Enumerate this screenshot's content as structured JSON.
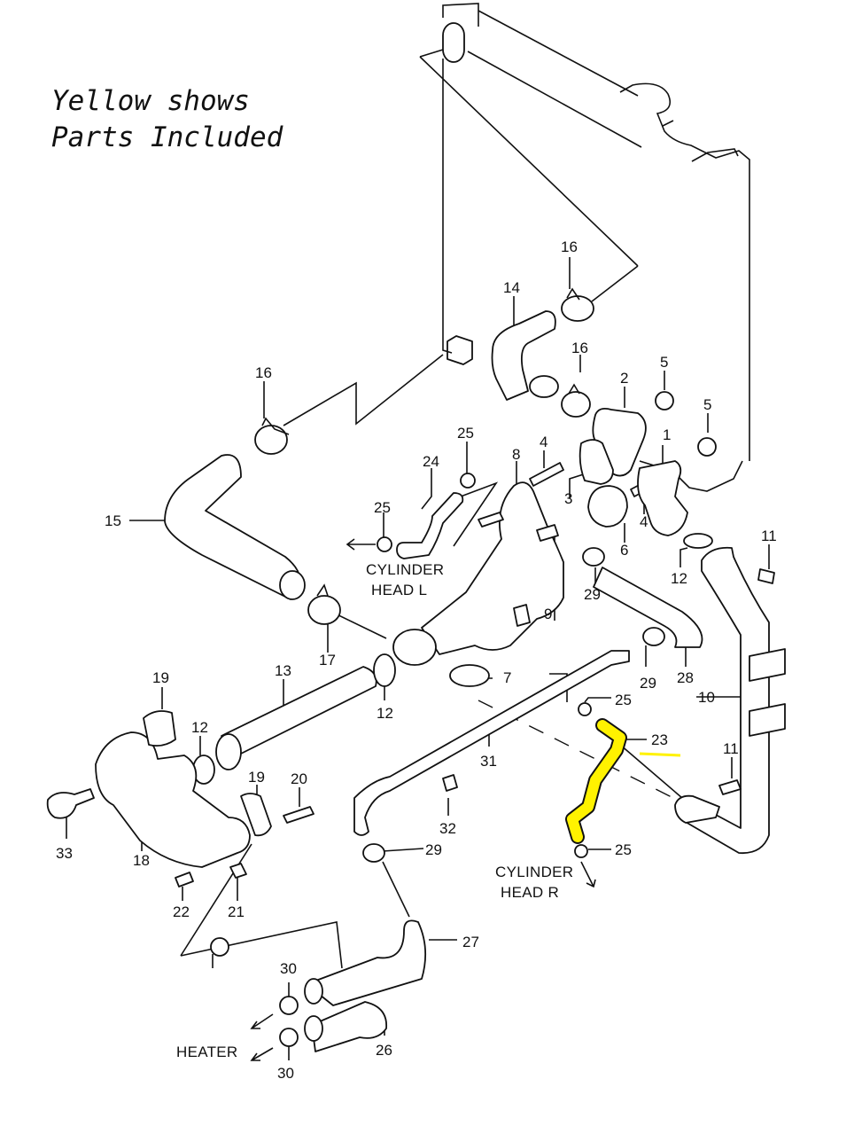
{
  "legend": {
    "line1": "Yellow shows",
    "line2": "Parts Included"
  },
  "highlight_color": "#FFF200",
  "highlighted_parts": [
    "23"
  ],
  "notes": {
    "cylinder_head_l_1": "CYLINDER",
    "cylinder_head_l_2": "HEAD L",
    "cylinder_head_r_1": "CYLINDER",
    "cylinder_head_r_2": "HEAD R",
    "heater": "HEATER"
  },
  "callouts": {
    "p1": "1",
    "p2": "2",
    "p3": "3",
    "p4a": "4",
    "p4b": "4",
    "p5a": "5",
    "p5b": "5",
    "p6": "6",
    "p7": "7",
    "p8": "8",
    "p9": "9",
    "p10": "10",
    "p11a": "11",
    "p11b": "11",
    "p12a": "12",
    "p12b": "12",
    "p12c": "12",
    "p13": "13",
    "p14": "14",
    "p15": "15",
    "p16a": "16",
    "p16b": "16",
    "p16c": "16",
    "p17": "17",
    "p18": "18",
    "p19a": "19",
    "p19b": "19",
    "p20": "20",
    "p21": "21",
    "p22": "22",
    "p23": "23",
    "p24": "24",
    "p25a": "25",
    "p25b": "25",
    "p25c": "25",
    "p25d": "25",
    "p26": "26",
    "p27": "27",
    "p28": "28",
    "p29a": "29",
    "p29b": "29",
    "p29c": "29",
    "p30a": "30",
    "p30b": "30",
    "p31": "31",
    "p32": "32",
    "p33": "33"
  }
}
